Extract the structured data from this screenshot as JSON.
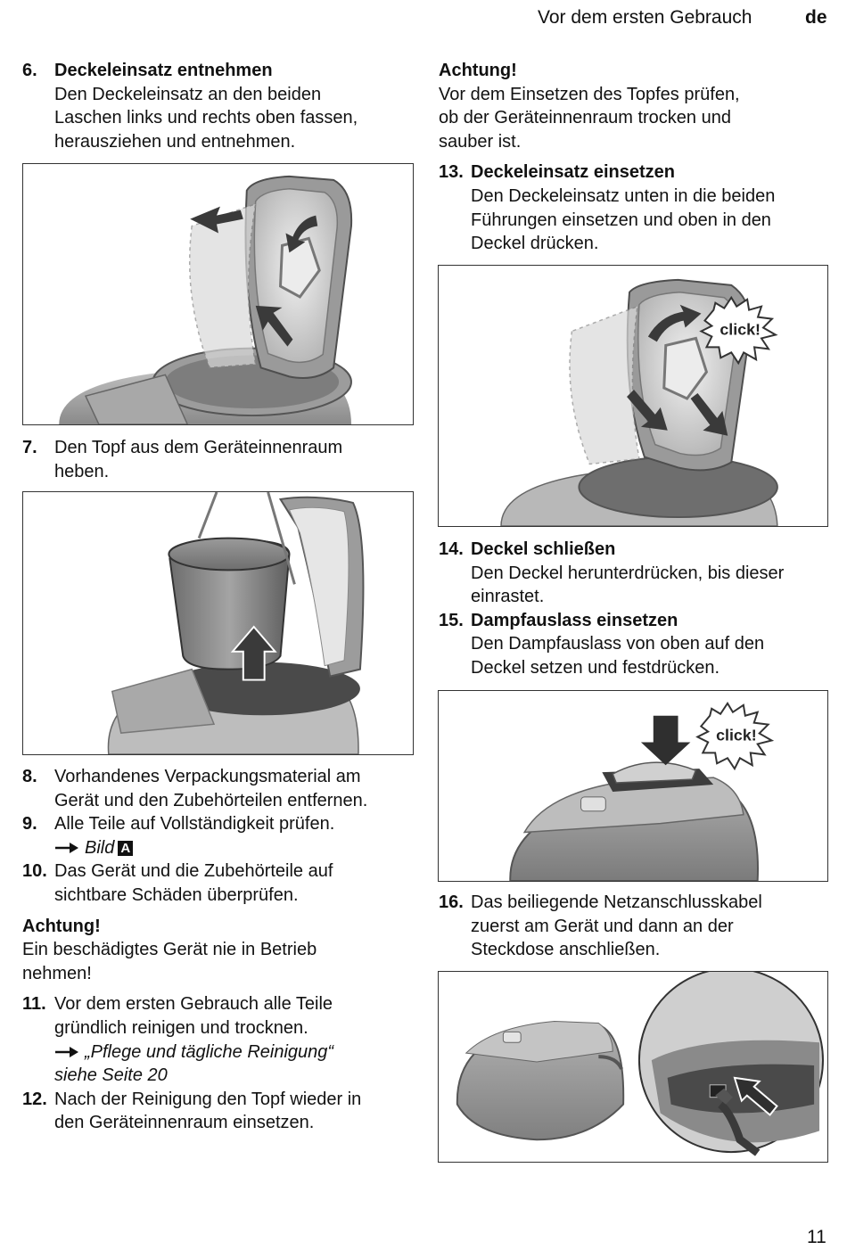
{
  "header": {
    "title": "Vor dem ersten Gebrauch",
    "lang": "de"
  },
  "left": {
    "step6": {
      "num": "6.",
      "title": "Deckeleinsatz entnehmen",
      "lines": [
        "Den Deckeleinsatz an den beiden",
        "Laschen links und rechts oben fassen,",
        "herausziehen und entnehmen."
      ]
    },
    "step7": {
      "num": "7.",
      "lines": [
        "Den Topf aus dem Geräteinnenraum",
        "heben."
      ]
    },
    "step8": {
      "num": "8.",
      "lines": [
        "Vorhandenes Verpackungsmaterial am",
        "Gerät und den Zubehörteilen entfernen."
      ]
    },
    "step9": {
      "num": "9.",
      "lines": [
        "Alle Teile auf Vollständigkeit prüfen."
      ],
      "ref": "Bild",
      "ref_badge": "A"
    },
    "step10": {
      "num": "10.",
      "lines": [
        "Das Gerät und die Zubehörteile auf",
        "sichtbare Schäden überprüfen."
      ]
    },
    "note": {
      "title": "Achtung!",
      "lines": [
        "Ein beschädigtes Gerät nie in Betrieb",
        "nehmen!"
      ]
    },
    "step11": {
      "num": "11.",
      "lines": [
        "Vor dem ersten Gebrauch alle Teile",
        "gründlich reinigen und trocknen."
      ],
      "ref_lines": [
        "„Pflege und tägliche Reinigung“",
        "siehe Seite 20"
      ]
    },
    "step12": {
      "num": "12.",
      "lines": [
        "Nach der Reinigung den Topf wieder in",
        "den Geräteinnenraum einsetzen."
      ]
    }
  },
  "right": {
    "note": {
      "title": "Achtung!",
      "lines": [
        "Vor dem Einsetzen des Topfes prüfen,",
        "ob der Geräteinnenraum trocken und",
        "sauber ist."
      ]
    },
    "step13": {
      "num": "13.",
      "title": "Deckeleinsatz einsetzen",
      "lines": [
        "Den Deckeleinsatz unten in die beiden",
        "Führungen einsetzen und oben in den",
        "Deckel drücken."
      ]
    },
    "step14": {
      "num": "14.",
      "title": "Deckel schließen",
      "lines": [
        "Den Deckel herunterdrücken, bis dieser",
        "einrastet."
      ]
    },
    "step15": {
      "num": "15.",
      "title": "Dampfauslass einsetzen",
      "lines": [
        "Den Dampfauslass von oben auf den",
        "Deckel setzen und festdrücken."
      ]
    },
    "step16": {
      "num": "16.",
      "lines": [
        "Das beiliegende Netzanschlusskabel",
        "zuerst am Gerät und dann an der",
        "Steckdose anschließen."
      ]
    }
  },
  "figures": {
    "click_label": "click!"
  },
  "page_number": "11"
}
